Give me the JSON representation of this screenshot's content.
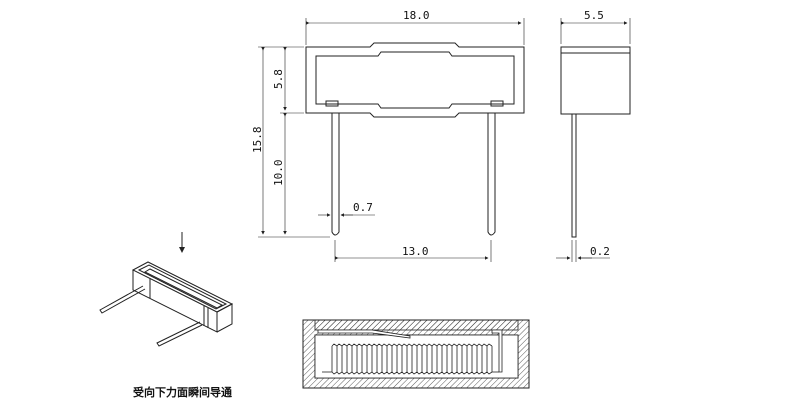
{
  "dimensions": {
    "width_total": "18.0",
    "depth": "5.5",
    "body_height": "5.8",
    "overall_height": "15.8",
    "lead_length": "10.0",
    "lead_diameter": "0.7",
    "lead_spacing": "13.0",
    "lead_thickness": "0.2"
  },
  "caption": "受向下力面瞬间导通",
  "colors": {
    "line": "#222222",
    "hatch": "#333333",
    "background": "#ffffff"
  }
}
